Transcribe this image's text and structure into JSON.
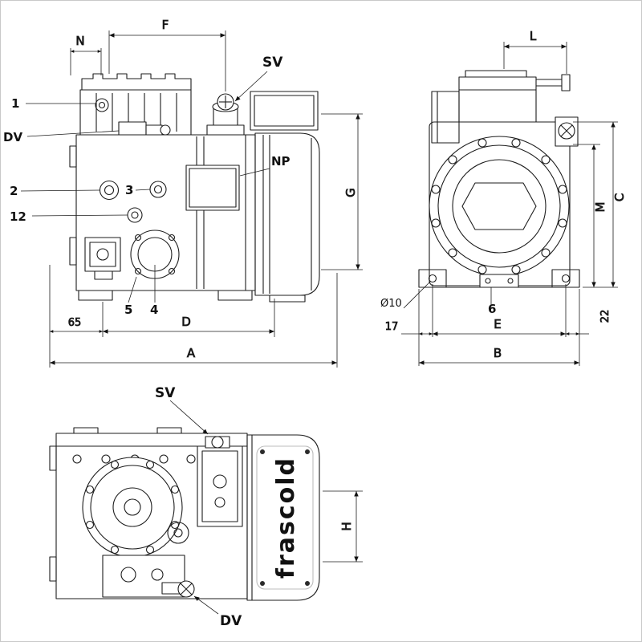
{
  "labels": {
    "side": {
      "n": "N",
      "f": "F",
      "sv": "SV",
      "p1": "1",
      "dv": "DV",
      "p2": "2",
      "p3": "3",
      "np": "NP",
      "p12": "12",
      "g": "G",
      "p5": "5",
      "p4": "4",
      "d65": "65",
      "d": "D",
      "a": "A"
    },
    "front": {
      "l": "L",
      "c": "C",
      "m": "M",
      "dia10": "Ø10",
      "p6": "6",
      "d17": "17",
      "e": "E",
      "d22": "22",
      "b": "B"
    },
    "top": {
      "sv": "SV",
      "h": "H",
      "dv": "DV",
      "logo": "frascold"
    }
  },
  "colors": {
    "line": "#1d1d1d",
    "logo": "#c6c6c6",
    "frame": "#c9c9c9"
  }
}
